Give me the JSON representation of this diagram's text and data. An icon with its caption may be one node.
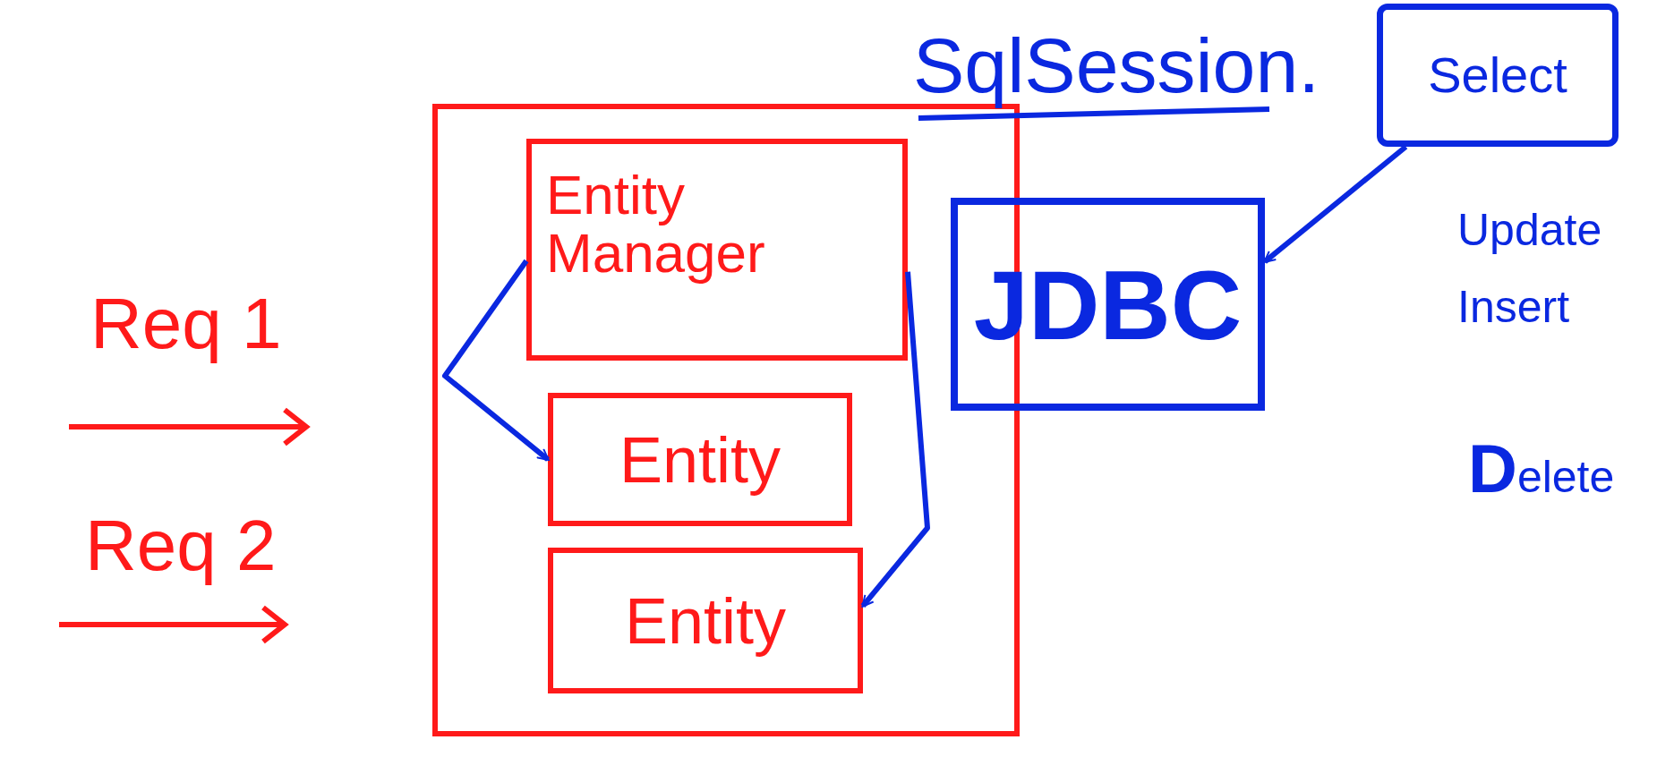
{
  "diagram": {
    "nodes": [
      {
        "text": [],
        "shape": "box"
      },
      {
        "text": [
          "Entity Manager"
        ],
        "in": 0
      },
      {
        "text": [
          "Entity"
        ],
        "in": 0
      },
      {
        "text": [
          "Entity"
        ],
        "in": 0
      },
      {
        "text": [
          "JDBC"
        ]
      },
      {
        "text": [
          "Select"
        ]
      }
    ],
    "edges": [
      {
        "from": 1,
        "to": 2,
        "arrow": "to"
      },
      {
        "from": 1,
        "to": 3,
        "arrow": "to"
      },
      {
        "from": 5,
        "to": 4,
        "arrow": "to"
      }
    ],
    "labels": [
      "SqlSession.",
      "Req 1",
      "Req 2",
      "Update",
      "Insert",
      "Delete"
    ]
  }
}
